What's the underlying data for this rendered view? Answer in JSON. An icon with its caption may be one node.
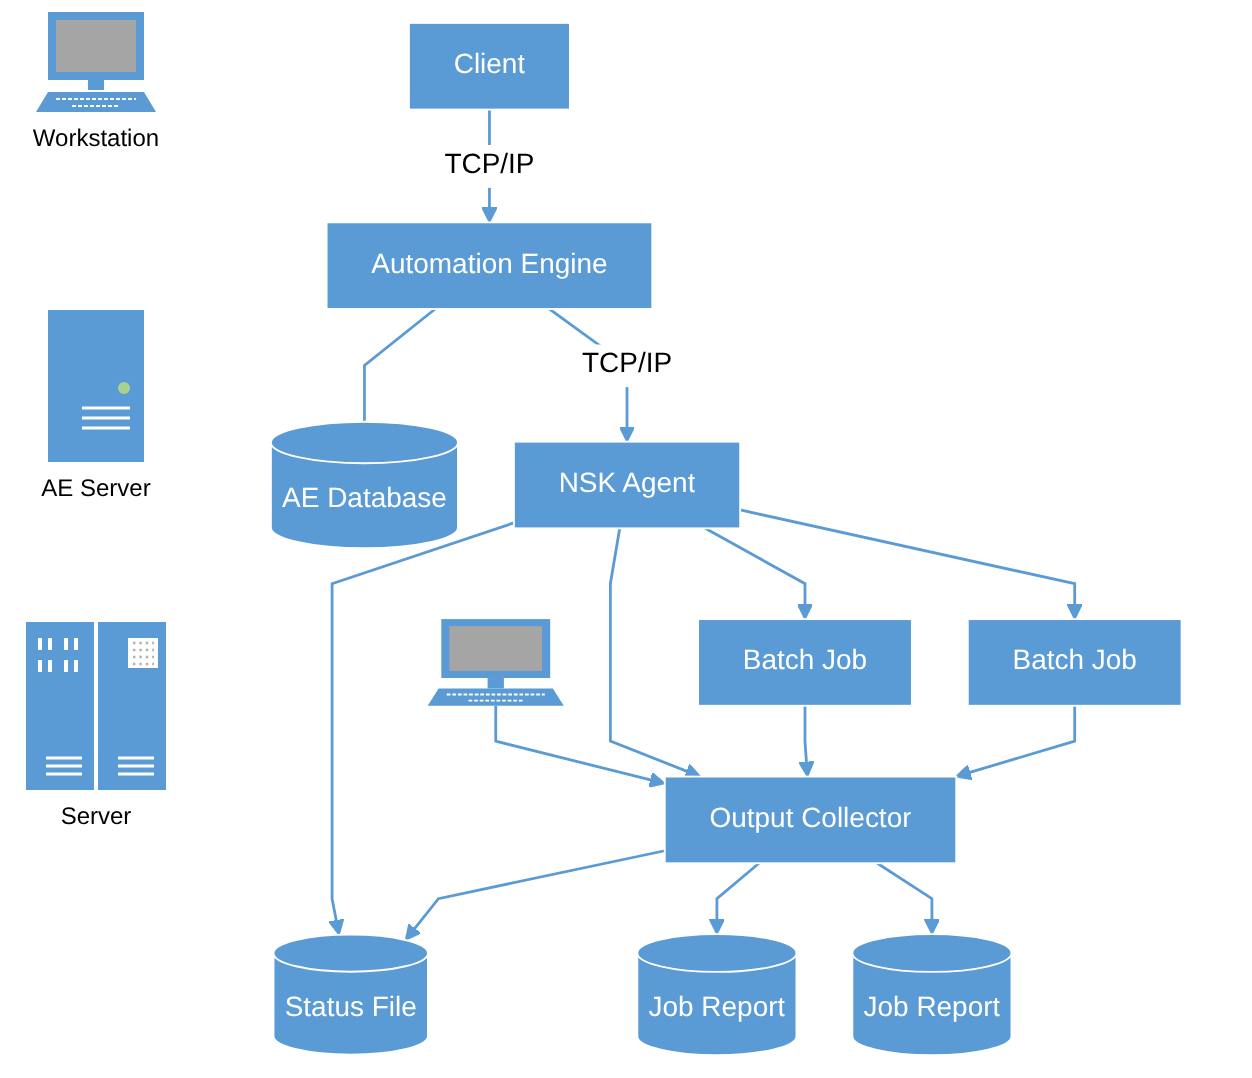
{
  "diagram": {
    "nodes": [
      {
        "text": [
          "Client"
        ]
      },
      {
        "text": [
          "Automation Engine"
        ]
      },
      {
        "text": [
          "AE Database"
        ]
      },
      {
        "text": [],
        "shape": "picture"
      },
      {
        "text": [
          "Status File"
        ]
      },
      {
        "text": [
          "NSK Agent"
        ]
      },
      {
        "text": [
          "Output Collector"
        ]
      },
      {
        "text": [
          "Batch Job"
        ]
      },
      {
        "text": [
          "Batch Job"
        ]
      },
      {
        "text": [
          "Job Report"
        ]
      },
      {
        "text": [
          "Job Report"
        ]
      }
    ],
    "edges": [
      {
        "from": 0,
        "to": 1,
        "arrow": "to",
        "label": "TCP/IP"
      },
      {
        "from": 1,
        "to": 2,
        "arrow": "none"
      },
      {
        "from": 1,
        "to": 5,
        "arrow": "to",
        "label": "TCP/IP"
      },
      {
        "from": 5,
        "to": 4,
        "arrow": "to"
      },
      {
        "from": 6,
        "to": 4,
        "arrow": "to"
      },
      {
        "from": 3,
        "to": 6,
        "arrow": "to"
      },
      {
        "from": 5,
        "to": 6,
        "arrow": "to"
      },
      {
        "from": 5,
        "to": 7,
        "arrow": "to"
      },
      {
        "from": 5,
        "to": 8,
        "arrow": "to"
      },
      {
        "from": 7,
        "to": 6,
        "arrow": "to"
      },
      {
        "from": 8,
        "to": 6,
        "arrow": "to"
      },
      {
        "from": 6,
        "to": 9,
        "arrow": "to"
      },
      {
        "from": 6,
        "to": 10,
        "arrow": "to"
      }
    ],
    "legend": [
      {
        "text": "Workstation"
      },
      {
        "text": "AE Server"
      },
      {
        "text": "Server"
      }
    ]
  }
}
